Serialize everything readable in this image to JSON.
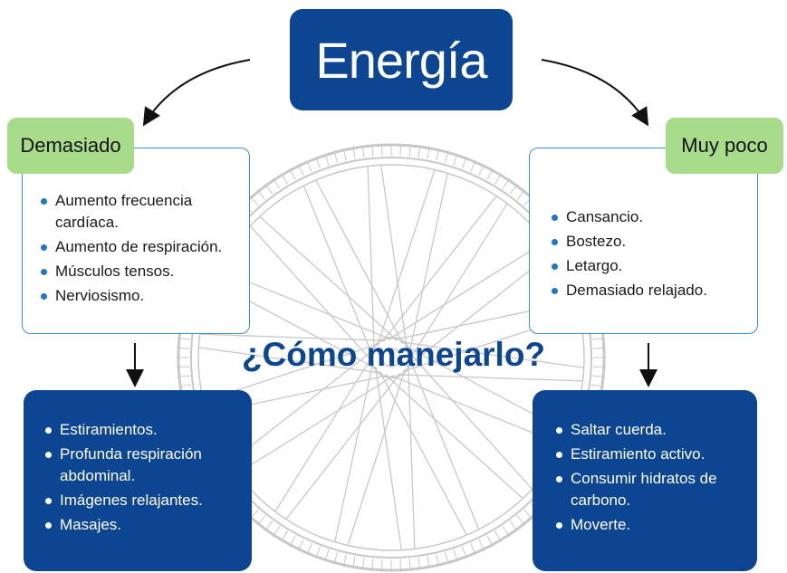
{
  "title": "Energía",
  "left": {
    "label": "Demasiado",
    "symptoms": [
      "Aumento frecuencia cardíaca.",
      "Aumento de respiración.",
      "Músculos tensos.",
      "Nerviosismo."
    ],
    "remedies": [
      "Estiramientos.",
      "Profunda respiración abdominal.",
      "Imágenes relajantes.",
      "Masajes."
    ]
  },
  "right": {
    "label": "Muy poco",
    "symptoms": [
      "Cansancio.",
      "Bostezo.",
      "Letargo.",
      "Demasiado relajado."
    ],
    "remedies": [
      "Saltar cuerda.",
      "Estiramiento activo.",
      "Consumir hidratos de carbono.",
      "Moverte."
    ]
  },
  "question": "¿Cómo manejarlo?",
  "colors": {
    "dark_blue": "#0c4591",
    "green_tab": "#a8dc8a",
    "outline_blue": "#3a8fd8"
  }
}
